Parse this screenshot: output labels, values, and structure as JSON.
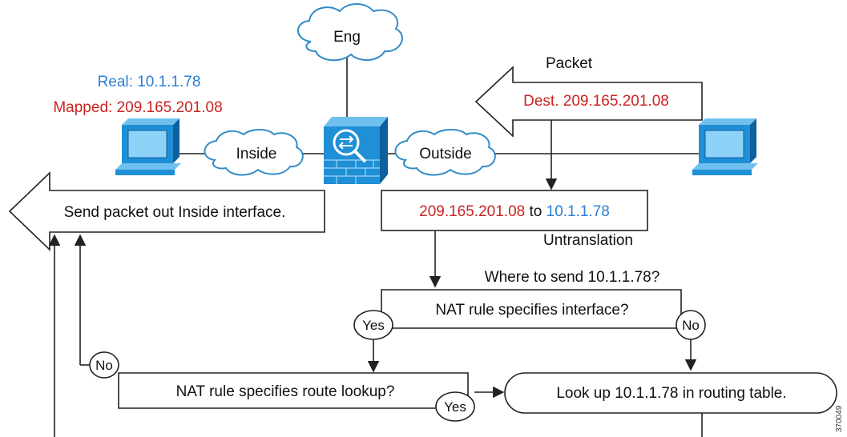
{
  "clouds": {
    "eng": "Eng",
    "inside": "Inside",
    "outside": "Outside"
  },
  "host_left": {
    "real_label": "Real: 10.1.1.78",
    "mapped_label": "Mapped: 209.165.201.08"
  },
  "packet": {
    "title": "Packet",
    "dest": "Dest. 209.165.201.08"
  },
  "untranslation": {
    "from": "209.165.201.08",
    "to_word": "to",
    "to": "10.1.1.78",
    "caption": "Untranslation"
  },
  "send_out": "Send packet out Inside interface.",
  "decision": {
    "where": "Where to send 10.1.1.78?",
    "q1": "NAT rule specifies interface?",
    "q2": "NAT rule specifies route lookup?",
    "yes": "Yes",
    "no": "No",
    "lookup": "Look up 10.1.1.78 in routing table."
  },
  "figure_id": "370049",
  "colors": {
    "red": "#cc2222",
    "blue": "#2a7fd4",
    "device_blue": "#1f8fd6"
  }
}
